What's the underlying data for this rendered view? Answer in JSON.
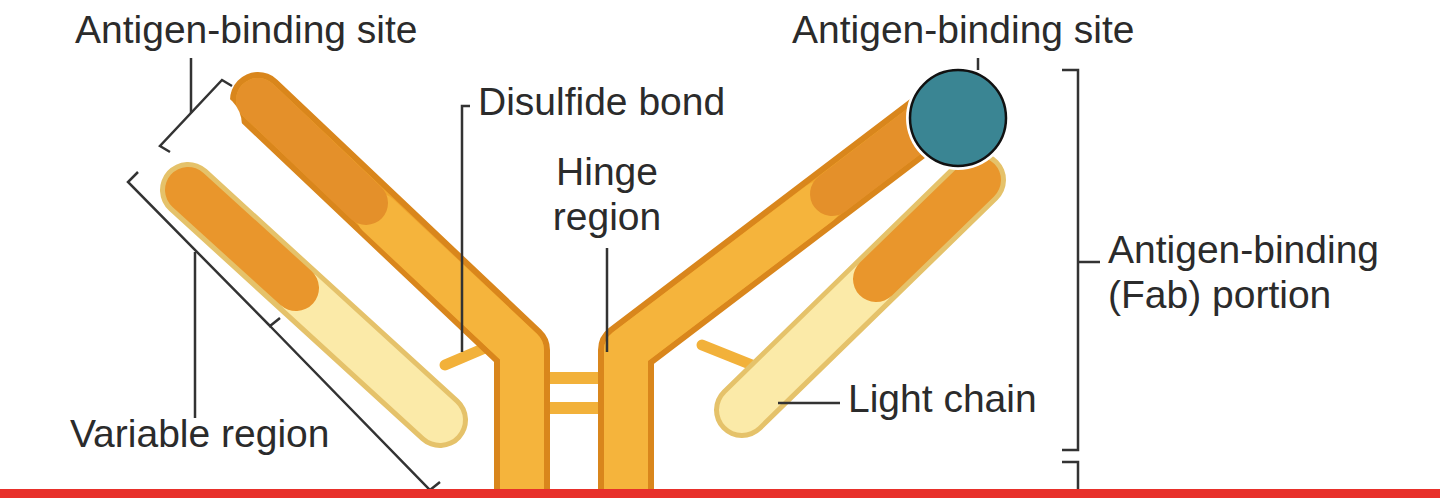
{
  "diagram": {
    "labels": [
      "Antigen-binding site",
      "Antigen-binding site",
      "Disulfide bond",
      "Hinge region",
      "Antigen-binding (Fab) portion",
      "Light chain",
      "Variable region"
    ]
  }
}
